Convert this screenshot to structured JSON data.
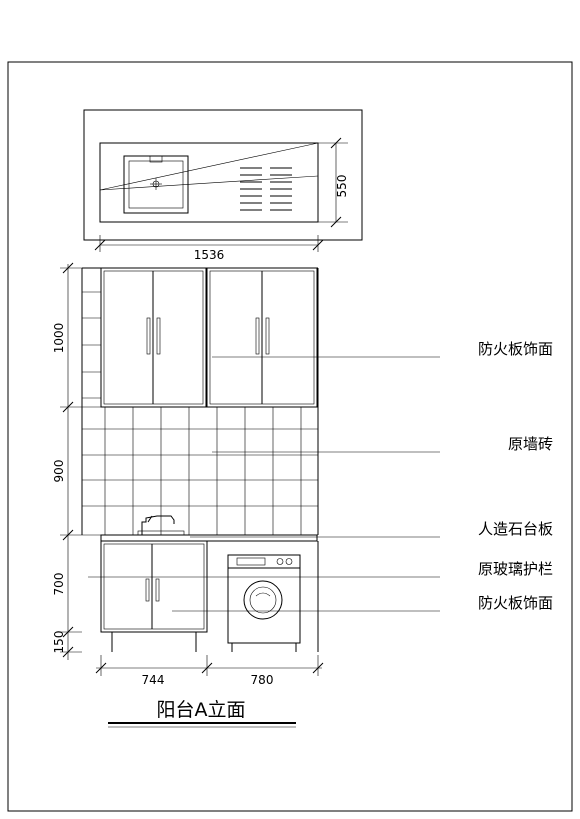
{
  "dimensions": {
    "total_width": "1536",
    "plan_depth": "550",
    "upper_cabinet_height": "1000",
    "tile_zone_height": "900",
    "base_cabinet_height": "700",
    "plinth_height": "150",
    "left_bay_width": "744",
    "right_bay_width": "780"
  },
  "annotations": {
    "upper_cabinet_finish": "防火板饰面",
    "wall_tile": "原墙砖",
    "countertop": "人造石台板",
    "glass_railing": "原玻璃护栏",
    "base_cabinet_finish": "防火板饰面"
  },
  "title": "阳台A立面"
}
